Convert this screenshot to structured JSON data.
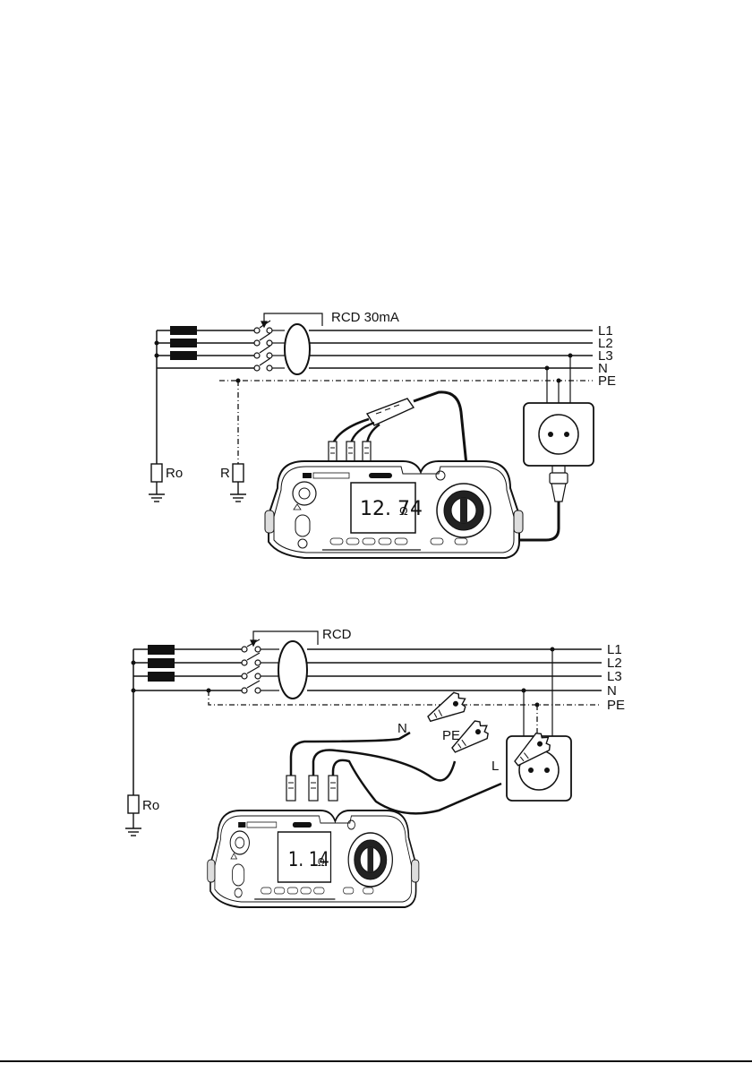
{
  "diagram1": {
    "rcd_label": "RCD 30mA",
    "lines": [
      "L1",
      "L2",
      "L3",
      "N",
      "PE"
    ],
    "ground_labels": [
      "Ro",
      "R"
    ],
    "meter_reading": "12. 74",
    "meter_unit": "Ω"
  },
  "diagram2": {
    "rcd_label": "RCD",
    "lines": [
      "L1",
      "L2",
      "L3",
      "N",
      "PE"
    ],
    "ground_label": "Ro",
    "probe_labels": {
      "n": "N",
      "pe": "PE",
      "l": "L"
    },
    "meter_reading": "1. 14",
    "meter_unit": "Ω"
  },
  "icons": {
    "fuse": "fuse-icon",
    "switch": "switch-icon",
    "ground": "ground-symbol-icon",
    "resistor": "resistor-icon",
    "socket": "socket-icon",
    "plug": "plug-icon",
    "clip": "crocodile-clip-icon",
    "meter": "multifunction-tester-icon",
    "rotary": "rotary-dial-icon"
  }
}
